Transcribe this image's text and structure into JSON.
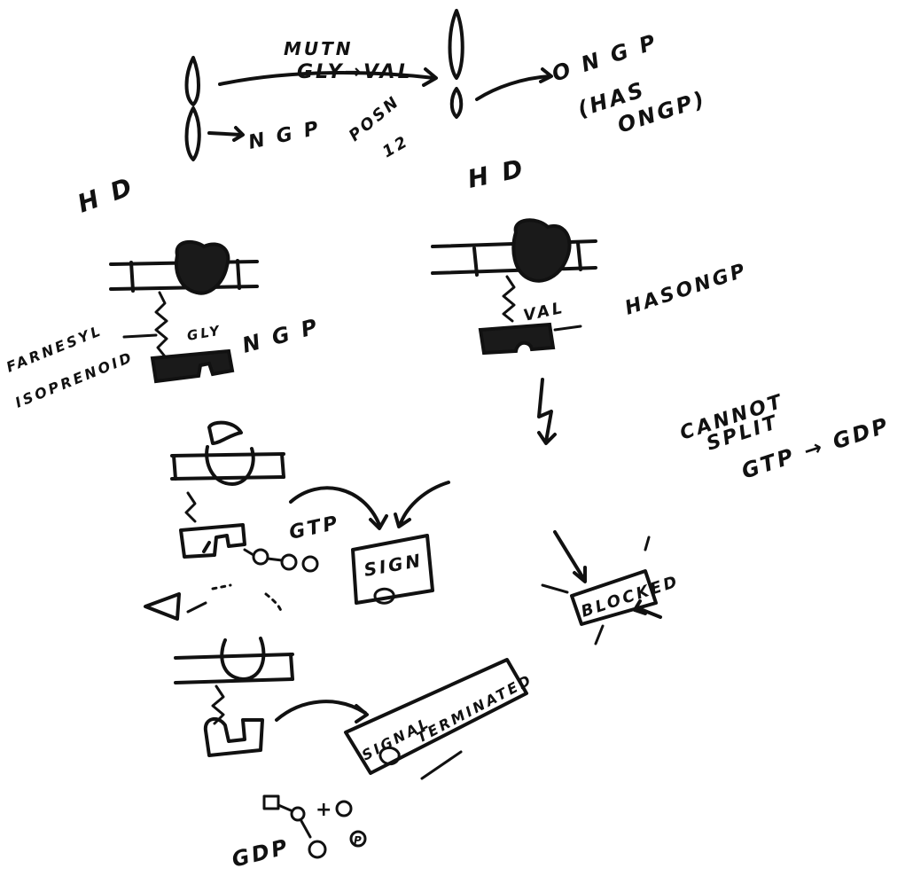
{
  "labels": {
    "mutation_line1": "MUTN",
    "mutation_line2": "GLY→VAL",
    "normal_gp": "N G P",
    "position_label": "POSN",
    "position_num": "12",
    "ongp_top": "O N G P",
    "has_line": "(HAS",
    "ongp_line": "ONGP)",
    "hd_left": "H D",
    "hd_right": "H D",
    "farnesyl_line1": "FARNESYL",
    "farnesyl_line2": "ISOPRENOID",
    "gly": "GLY",
    "ngp_left": "N G P",
    "val": "VAL",
    "has_ongp": "HASONGP",
    "cannot_line1": "CANNOT",
    "cannot_line2": "SPLIT",
    "cannot_line3": "GTP → GDP",
    "gtp": "GTP",
    "signal_box": "SIGN",
    "blocked_box": "BLOCKED",
    "signal_terminated_line1": "SIGNAL",
    "signal_terminated_line2": "TERMINATED",
    "gdp": "GDP",
    "p_symbol": "P"
  },
  "colors": {
    "ink": "#111111",
    "paper": "#ffffff"
  }
}
